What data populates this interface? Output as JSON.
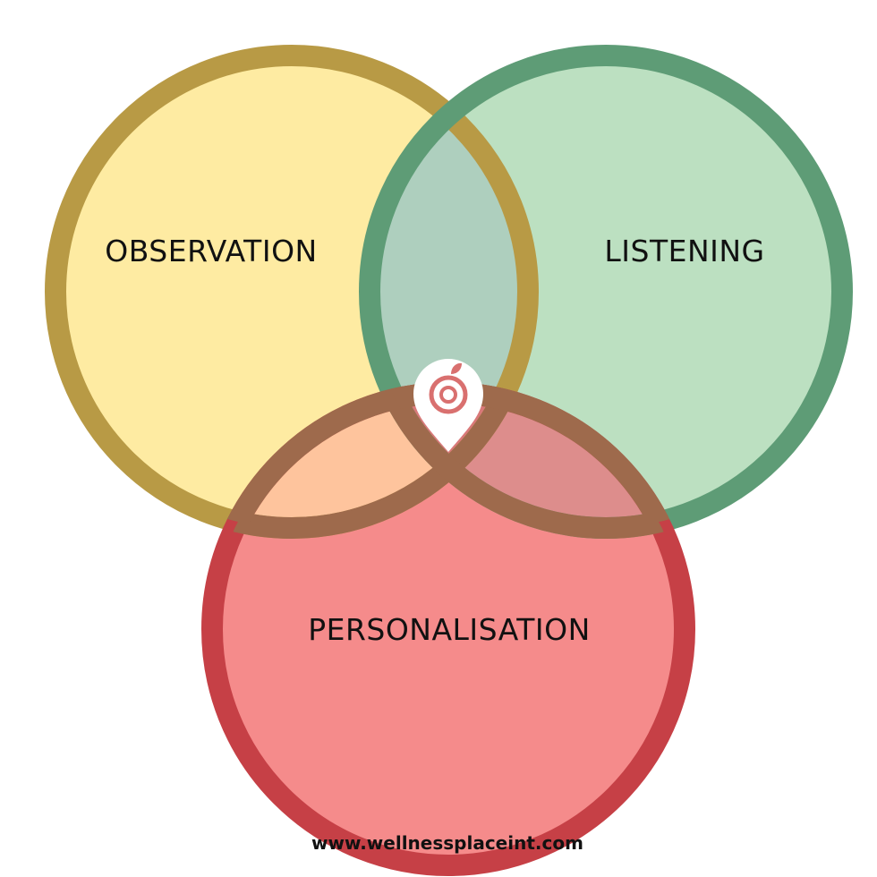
{
  "diagram": {
    "type": "venn",
    "circles": [
      {
        "label": "OBSERVATION",
        "fill": "#FEEBA2",
        "stroke": "#B89A45"
      },
      {
        "label": "LISTENING",
        "fill": "#BCE0C1",
        "stroke": "#5E9C76"
      },
      {
        "label": "PERSONALISATION",
        "fill": "#F58B8B",
        "stroke": "#C64046"
      }
    ],
    "overlaps": {
      "observation_listening": "#AECFBE",
      "observation_personalisation": "#FEC49D",
      "listening_personalisation": "#DD8D8C",
      "center": "#D97979",
      "lens_outline": "#9E6A4C"
    },
    "center_icon": "location-pin-icon"
  },
  "footer": {
    "url": "www.wellnessplaceint.com"
  }
}
